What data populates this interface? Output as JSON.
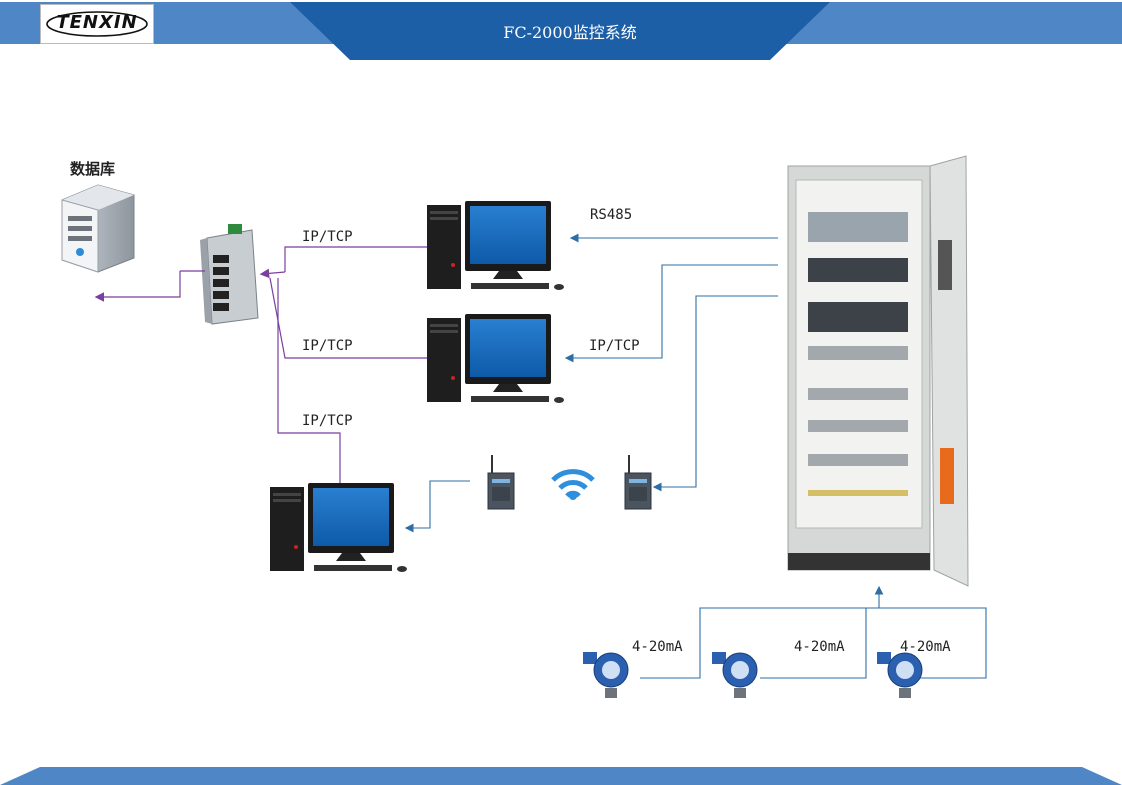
{
  "header": {
    "logo_text": "TENXIN",
    "title": "FC-2000监控系统",
    "band_color": "#4f86c6",
    "dark_color": "#1c5fa6"
  },
  "diagram": {
    "database_label": "数据库",
    "links": {
      "ip_tcp_1": "IP/TCP",
      "ip_tcp_2": "IP/TCP",
      "ip_tcp_3": "IP/TCP",
      "ip_tcp_4": "IP/TCP",
      "rs485": "RS485",
      "sensor_1": "4-20mA",
      "sensor_2": "4-20mA",
      "sensor_3": "4-20mA"
    },
    "line_colors": {
      "network": "#7b3fa0",
      "field": "#2e6ea6"
    }
  }
}
